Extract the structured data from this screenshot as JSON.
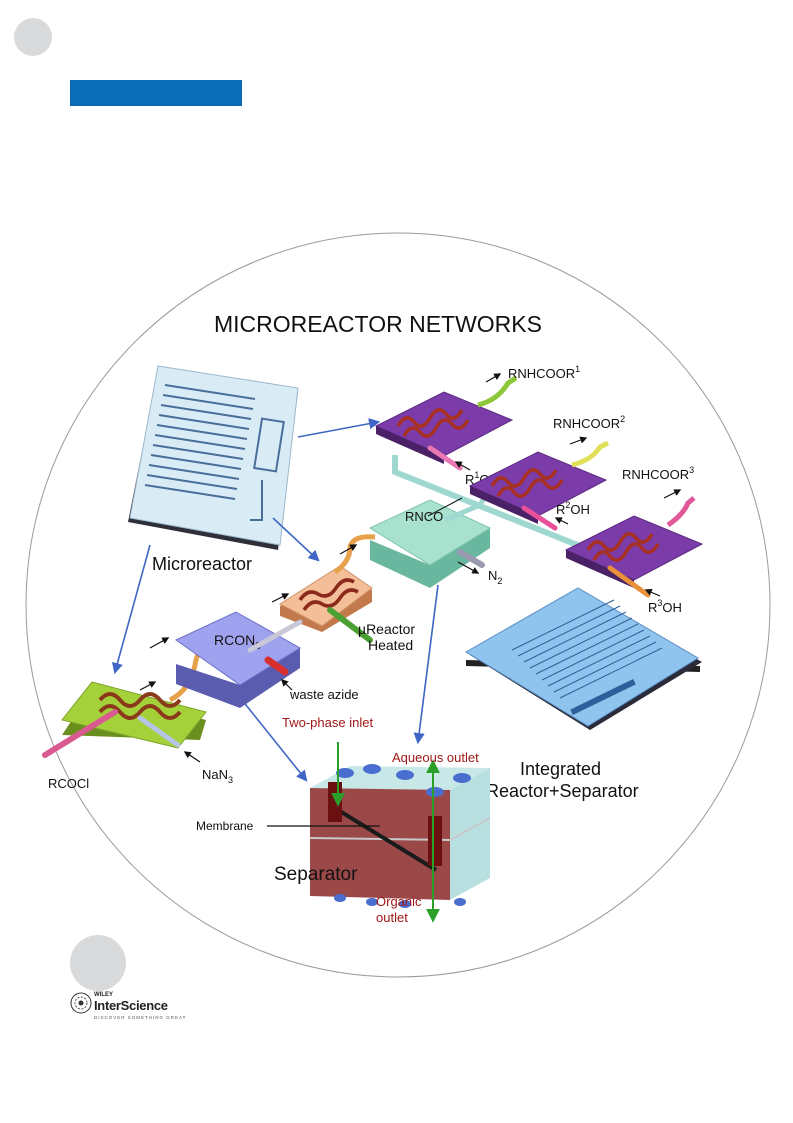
{
  "header": {
    "accent_color": "#0a6db5"
  },
  "figure": {
    "title": "MICROREACTOR NETWORKS",
    "labels": {
      "microreactor": "Microreactor",
      "rcocl": "RCOCl",
      "nan3": "NaN",
      "nan3_sub": "3",
      "rcon3": "RCON",
      "rcon3_sub": "3",
      "waste_azide": "waste azide",
      "ureactor_line1": "µReactor",
      "ureactor_line2": "Heated",
      "rnco": "RNCO",
      "n2": "N",
      "n2_sub": "2",
      "r1oh_r": "R",
      "r1oh_sup": "1",
      "r1oh_oh": "OH",
      "r2oh_r": "R",
      "r2oh_sup": "2",
      "r2oh_oh": "OH",
      "r3oh_r": "R",
      "r3oh_sup": "3",
      "r3oh_oh": "OH",
      "p1": "RNHCOOR",
      "p1_sup": "1",
      "p2": "RNHCOOR",
      "p2_sup": "2",
      "p3": "RNHCOOR",
      "p3_sup": "3",
      "two_phase_inlet": "Two-phase inlet",
      "aqueous_outlet": "Aqueous outlet",
      "membrane": "Membrane",
      "separator": "Separator",
      "organic_outlet_1": "Organic",
      "organic_outlet_2": "outlet",
      "integrated_1": "Integrated",
      "integrated_2": "Reactor+Separator"
    },
    "colors": {
      "arrow_blue": "#3f66c4",
      "green_chip": "#9ccc32",
      "orange_chip": "#f2b48a",
      "blue_block": "#8d8fe0",
      "teal_block": "#9fdcc8",
      "purple_chip": "#7a3aa6",
      "separator_body": "#a44b4b",
      "annotation_red": "#a01818",
      "annotation_green": "#2aa02a"
    }
  },
  "footer": {
    "publisher_small": "WILEY",
    "publisher": "InterScience",
    "tagline": "DISCOVER SOMETHING GREAT"
  }
}
